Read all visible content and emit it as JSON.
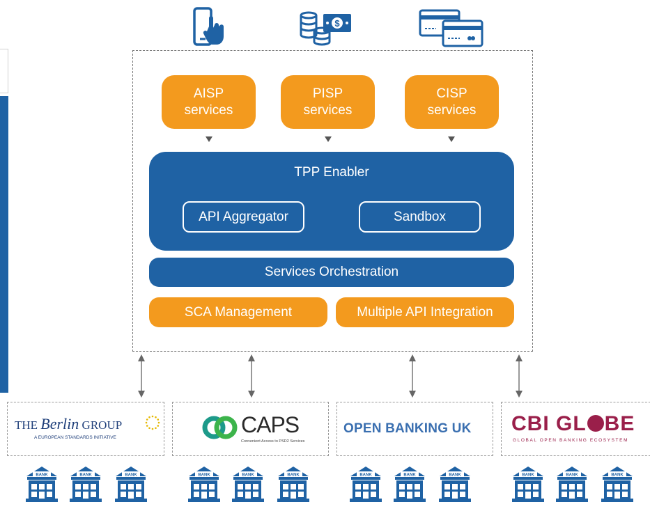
{
  "icons": {
    "top": [
      "smartphone-touch-icon",
      "coins-money-icon",
      "credit-cards-icon"
    ],
    "bank": "bank-building-icon"
  },
  "services": [
    {
      "label": "AISP\nservices"
    },
    {
      "label": "PISP\nservices"
    },
    {
      "label": "CISP\nservices"
    }
  ],
  "enabler": {
    "title": "TPP Enabler",
    "modules": [
      "API Aggregator",
      "Sandbox"
    ]
  },
  "orchestration": "Services Orchestration",
  "bottom_layers": [
    "SCA Management",
    "Multiple API Integration"
  ],
  "partners": {
    "berlin": {
      "title_pre": "THE ",
      "title_name": "Berlin",
      "title_post": " GROUP",
      "subtitle": "A EUROPEAN STANDARDS INITIATIVE"
    },
    "caps": {
      "name": "CAPS",
      "subtitle": "Convenient Access to PSD2 Services"
    },
    "obuk": {
      "name": "OPEN BANKING UK"
    },
    "cbi": {
      "name_part1": "CBI GL",
      "name_part2": "BE",
      "subtitle": "GLOBAL OPEN BANKING ECOSYSTEM"
    }
  },
  "bank_label": "BANK",
  "colors": {
    "blue": "#1f62a4",
    "orange": "#f39a1e",
    "cbi": "#9a1f4a",
    "caps_green": "#1d9a8a"
  }
}
